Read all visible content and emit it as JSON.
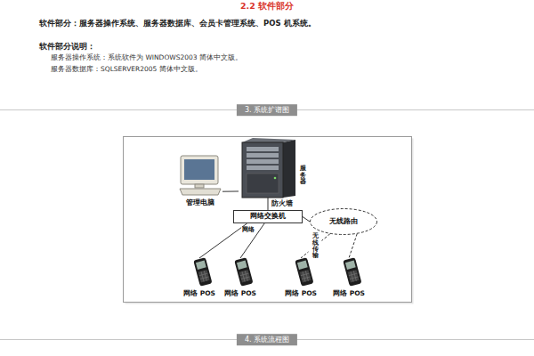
{
  "diagram": {
    "nodes": [
      {
        "text": [
          "管理电脑"
        ]
      },
      {
        "text": [
          "服务器"
        ]
      },
      {
        "text": [
          "网络交换机"
        ]
      },
      {
        "text": [
          "无线路由"
        ]
      },
      {
        "text": [
          "网络 POS"
        ]
      },
      {
        "text": [
          "网络 POS"
        ]
      },
      {
        "text": [
          "网络 POS"
        ]
      },
      {
        "text": [
          "网络 POS"
        ]
      }
    ],
    "edges": [
      {
        "from": 0,
        "to": 1,
        "arrow": "none"
      },
      {
        "from": 1,
        "to": 2,
        "label": "防火墙",
        "arrow": "none"
      },
      {
        "from": 2,
        "to": 3,
        "arrow": "none"
      },
      {
        "from": 2,
        "to": 4,
        "label": "网络",
        "arrow": "none"
      },
      {
        "from": 2,
        "to": 5,
        "arrow": "none"
      },
      {
        "from": 3,
        "to": 6,
        "label": "无线传输",
        "arrow": "none"
      },
      {
        "from": 3,
        "to": 7,
        "arrow": "none"
      }
    ],
    "labels": [
      "2.2 软件部分",
      "软件部分：服务器操作系统、服务器数据库、会员卡管理系统、POS 机系统。",
      "软件部分说明：",
      "服务器操作系统：系统软件为 WINDOWS2003 简体中文版。",
      "服务器数据库：SQLSERVER2005 简体中文版。",
      "3. 系统扩谱图",
      "4. 系统流程图"
    ]
  }
}
